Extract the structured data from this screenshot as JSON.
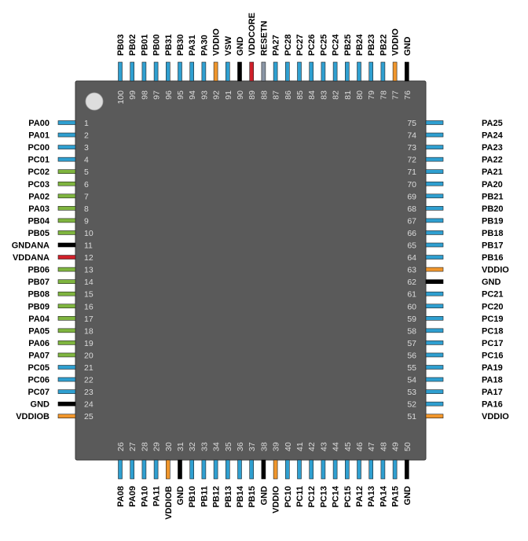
{
  "colors": {
    "io": "#2f9fd0",
    "analog": "#7fb53f",
    "ground": "#000000",
    "io_supply": "#f0962c",
    "core_supply": "#d0202a",
    "reset": "#8a96a6",
    "body": "#5a5a5a",
    "body_border": "#3a3a3a",
    "pin1_marker": "#dddddd"
  },
  "package": {
    "pins_left": [
      {
        "num": "1",
        "name": "PA00",
        "type": "io"
      },
      {
        "num": "2",
        "name": "PA01",
        "type": "io"
      },
      {
        "num": "3",
        "name": "PC00",
        "type": "io"
      },
      {
        "num": "4",
        "name": "PC01",
        "type": "io"
      },
      {
        "num": "5",
        "name": "PC02",
        "type": "analog"
      },
      {
        "num": "6",
        "name": "PC03",
        "type": "analog"
      },
      {
        "num": "7",
        "name": "PA02",
        "type": "analog"
      },
      {
        "num": "8",
        "name": "PA03",
        "type": "analog"
      },
      {
        "num": "9",
        "name": "PB04",
        "type": "analog"
      },
      {
        "num": "10",
        "name": "PB05",
        "type": "analog"
      },
      {
        "num": "11",
        "name": "GNDANA",
        "type": "ground"
      },
      {
        "num": "12",
        "name": "VDDANA",
        "type": "core_supply"
      },
      {
        "num": "13",
        "name": "PB06",
        "type": "analog"
      },
      {
        "num": "14",
        "name": "PB07",
        "type": "analog"
      },
      {
        "num": "15",
        "name": "PB08",
        "type": "analog"
      },
      {
        "num": "16",
        "name": "PB09",
        "type": "analog"
      },
      {
        "num": "17",
        "name": "PA04",
        "type": "analog"
      },
      {
        "num": "18",
        "name": "PA05",
        "type": "analog"
      },
      {
        "num": "19",
        "name": "PA06",
        "type": "analog"
      },
      {
        "num": "20",
        "name": "PA07",
        "type": "analog"
      },
      {
        "num": "21",
        "name": "PC05",
        "type": "io"
      },
      {
        "num": "22",
        "name": "PC06",
        "type": "io"
      },
      {
        "num": "23",
        "name": "PC07",
        "type": "io"
      },
      {
        "num": "24",
        "name": "GND",
        "type": "ground"
      },
      {
        "num": "25",
        "name": "VDDIOB",
        "type": "io_supply"
      }
    ],
    "pins_bottom": [
      {
        "num": "26",
        "name": "PA08",
        "type": "io"
      },
      {
        "num": "27",
        "name": "PA09",
        "type": "io"
      },
      {
        "num": "28",
        "name": "PA10",
        "type": "io"
      },
      {
        "num": "29",
        "name": "PA11",
        "type": "io"
      },
      {
        "num": "30",
        "name": "VDDIOB",
        "type": "io_supply"
      },
      {
        "num": "31",
        "name": "GND",
        "type": "ground"
      },
      {
        "num": "32",
        "name": "PB10",
        "type": "io"
      },
      {
        "num": "33",
        "name": "PB11",
        "type": "io"
      },
      {
        "num": "34",
        "name": "PB12",
        "type": "io"
      },
      {
        "num": "35",
        "name": "PB13",
        "type": "io"
      },
      {
        "num": "36",
        "name": "PB14",
        "type": "io"
      },
      {
        "num": "37",
        "name": "PB15",
        "type": "io"
      },
      {
        "num": "38",
        "name": "GND",
        "type": "ground"
      },
      {
        "num": "39",
        "name": "VDDIO",
        "type": "io_supply"
      },
      {
        "num": "40",
        "name": "PC10",
        "type": "io"
      },
      {
        "num": "41",
        "name": "PC11",
        "type": "io"
      },
      {
        "num": "42",
        "name": "PC12",
        "type": "io"
      },
      {
        "num": "43",
        "name": "PC13",
        "type": "io"
      },
      {
        "num": "44",
        "name": "PC14",
        "type": "io"
      },
      {
        "num": "45",
        "name": "PC15",
        "type": "io"
      },
      {
        "num": "46",
        "name": "PA12",
        "type": "io"
      },
      {
        "num": "47",
        "name": "PA13",
        "type": "io"
      },
      {
        "num": "48",
        "name": "PA14",
        "type": "io"
      },
      {
        "num": "49",
        "name": "PA15",
        "type": "io"
      },
      {
        "num": "50",
        "name": "GND",
        "type": "ground"
      }
    ],
    "pins_right": [
      {
        "num": "51",
        "name": "VDDIO",
        "type": "io_supply"
      },
      {
        "num": "52",
        "name": "PA16",
        "type": "io"
      },
      {
        "num": "53",
        "name": "PA17",
        "type": "io"
      },
      {
        "num": "54",
        "name": "PA18",
        "type": "io"
      },
      {
        "num": "55",
        "name": "PA19",
        "type": "io"
      },
      {
        "num": "56",
        "name": "PC16",
        "type": "io"
      },
      {
        "num": "57",
        "name": "PC17",
        "type": "io"
      },
      {
        "num": "58",
        "name": "PC18",
        "type": "io"
      },
      {
        "num": "59",
        "name": "PC19",
        "type": "io"
      },
      {
        "num": "60",
        "name": "PC20",
        "type": "io"
      },
      {
        "num": "61",
        "name": "PC21",
        "type": "io"
      },
      {
        "num": "62",
        "name": "GND",
        "type": "ground"
      },
      {
        "num": "63",
        "name": "VDDIO",
        "type": "io_supply"
      },
      {
        "num": "64",
        "name": "PB16",
        "type": "io"
      },
      {
        "num": "65",
        "name": "PB17",
        "type": "io"
      },
      {
        "num": "66",
        "name": "PB18",
        "type": "io"
      },
      {
        "num": "67",
        "name": "PB19",
        "type": "io"
      },
      {
        "num": "68",
        "name": "PB20",
        "type": "io"
      },
      {
        "num": "69",
        "name": "PB21",
        "type": "io"
      },
      {
        "num": "70",
        "name": "PA20",
        "type": "io"
      },
      {
        "num": "71",
        "name": "PA21",
        "type": "io"
      },
      {
        "num": "72",
        "name": "PA22",
        "type": "io"
      },
      {
        "num": "73",
        "name": "PA23",
        "type": "io"
      },
      {
        "num": "74",
        "name": "PA24",
        "type": "io"
      },
      {
        "num": "75",
        "name": "PA25",
        "type": "io"
      }
    ],
    "pins_top": [
      {
        "num": "76",
        "name": "GND",
        "type": "ground"
      },
      {
        "num": "77",
        "name": "VDDIO",
        "type": "io_supply"
      },
      {
        "num": "78",
        "name": "PB22",
        "type": "io"
      },
      {
        "num": "79",
        "name": "PB23",
        "type": "io"
      },
      {
        "num": "80",
        "name": "PB24",
        "type": "io"
      },
      {
        "num": "81",
        "name": "PB25",
        "type": "io"
      },
      {
        "num": "82",
        "name": "PC24",
        "type": "io"
      },
      {
        "num": "83",
        "name": "PC25",
        "type": "io"
      },
      {
        "num": "84",
        "name": "PC26",
        "type": "io"
      },
      {
        "num": "85",
        "name": "PC27",
        "type": "io"
      },
      {
        "num": "86",
        "name": "PC28",
        "type": "io"
      },
      {
        "num": "87",
        "name": "PA27",
        "type": "io"
      },
      {
        "num": "88",
        "name": "RESETN",
        "type": "reset"
      },
      {
        "num": "89",
        "name": "VDDCORE",
        "type": "core_supply"
      },
      {
        "num": "90",
        "name": "GND",
        "type": "ground"
      },
      {
        "num": "91",
        "name": "VSW",
        "type": "io"
      },
      {
        "num": "92",
        "name": "VDDIO",
        "type": "io_supply"
      },
      {
        "num": "93",
        "name": "PA30",
        "type": "io"
      },
      {
        "num": "94",
        "name": "PA31",
        "type": "io"
      },
      {
        "num": "95",
        "name": "PB30",
        "type": "io"
      },
      {
        "num": "96",
        "name": "PB31",
        "type": "io"
      },
      {
        "num": "97",
        "name": "PB00",
        "type": "io"
      },
      {
        "num": "98",
        "name": "PB01",
        "type": "io"
      },
      {
        "num": "99",
        "name": "PB02",
        "type": "io"
      },
      {
        "num": "100",
        "name": "PB03",
        "type": "io"
      }
    ]
  }
}
